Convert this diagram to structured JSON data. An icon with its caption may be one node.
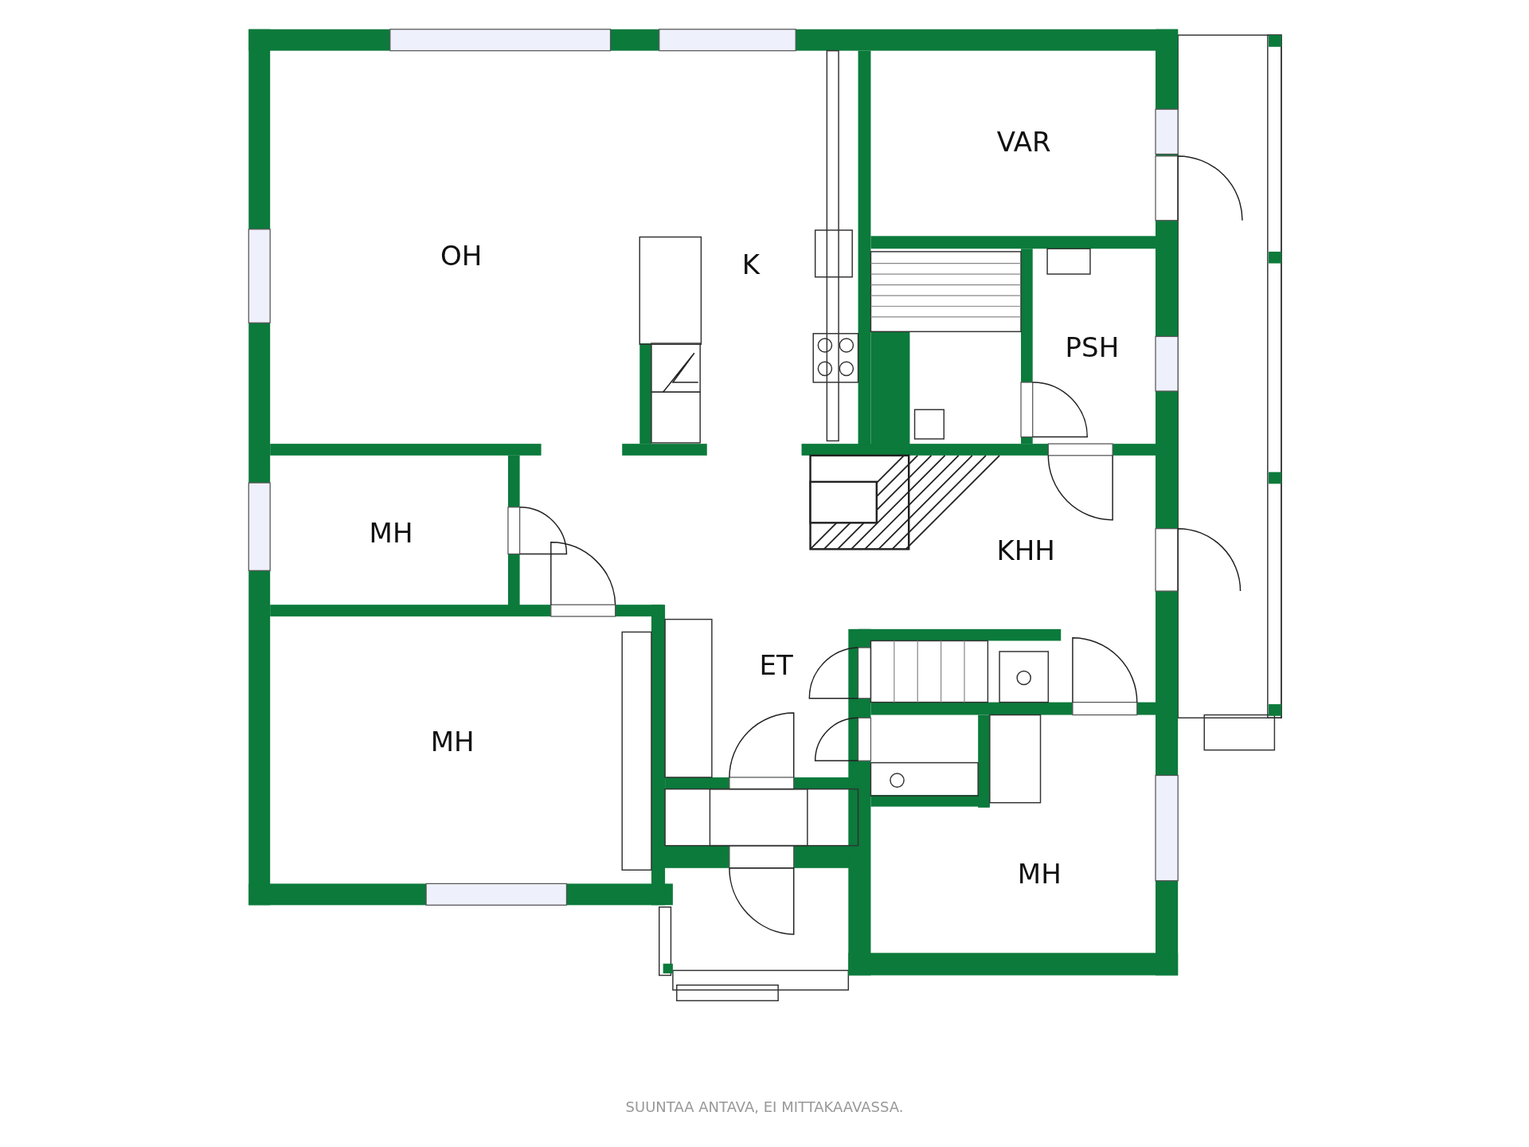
{
  "diagram": {
    "caption": "SUUNTAA ANTAVA, EI MITTAKAAVASSA.",
    "labels": [
      "VAR",
      "OH",
      "K",
      "PSH",
      "MH",
      "KHH",
      "ET",
      "MH",
      "MH"
    ]
  }
}
